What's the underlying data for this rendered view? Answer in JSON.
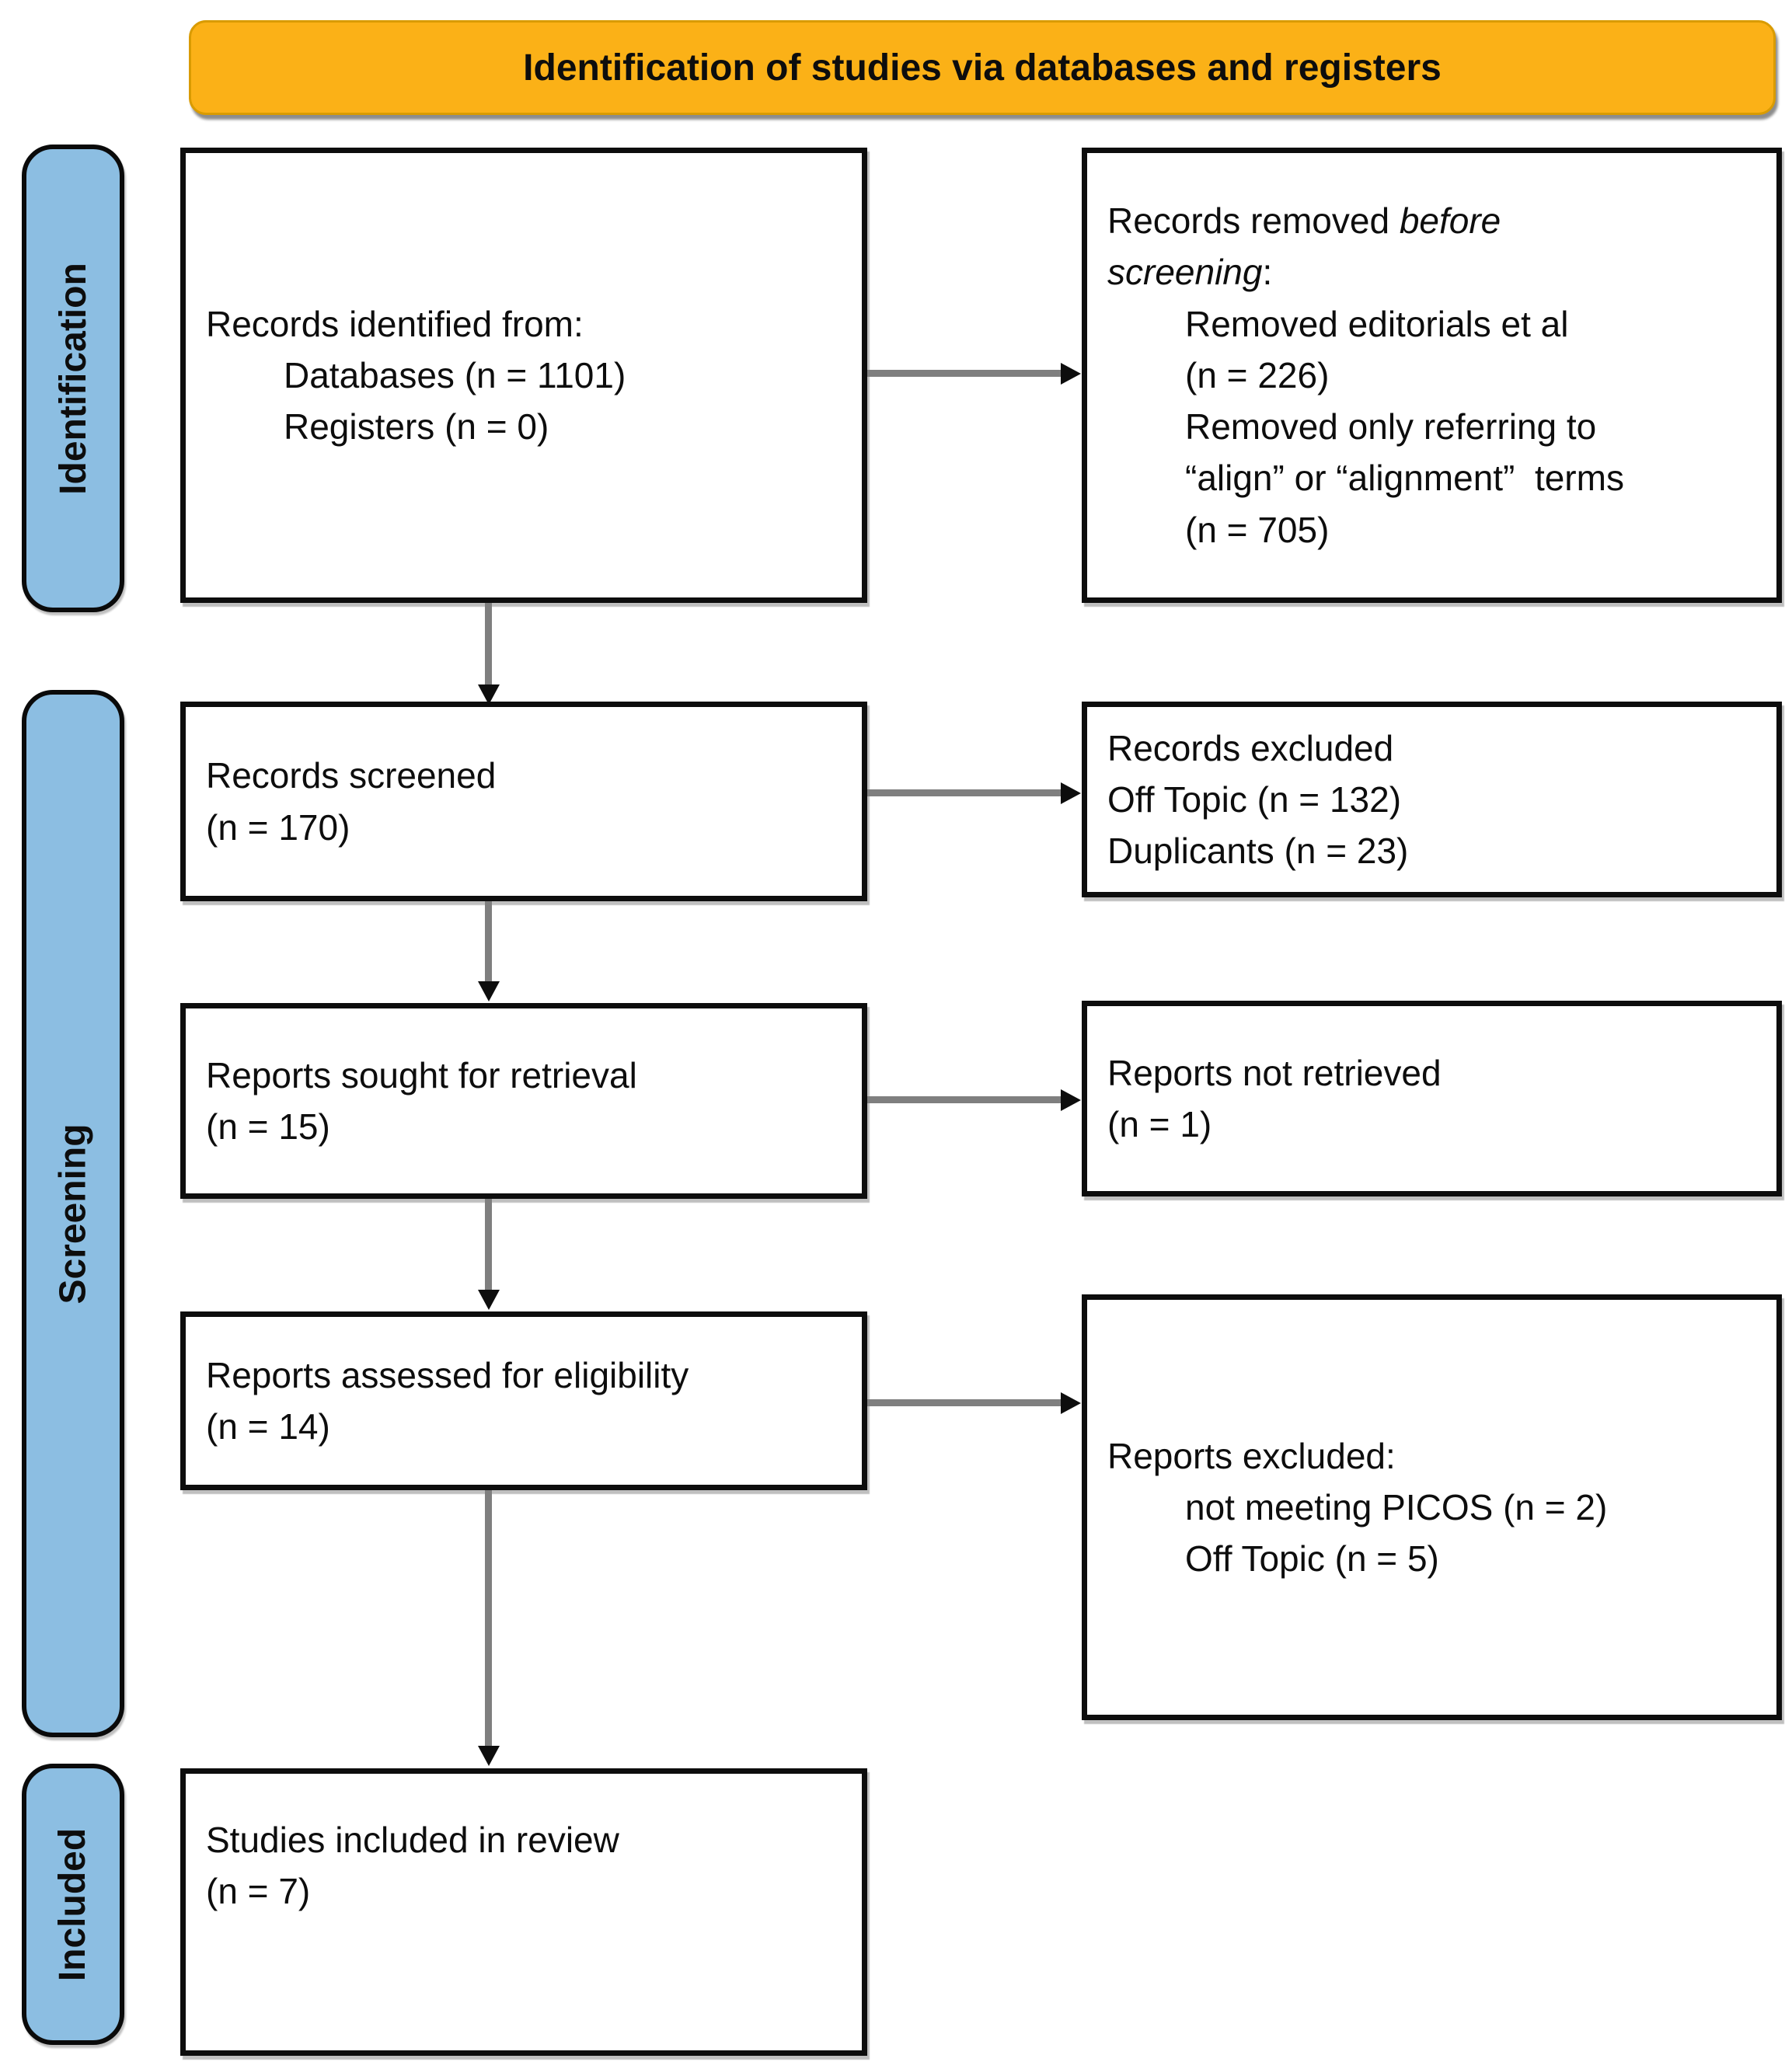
{
  "title_banner": {
    "label": "Identification of studies via databases and registers"
  },
  "stage_labels": {
    "identification": "Identification",
    "screening": "Screening",
    "included": "Included"
  },
  "colors": {
    "banner_orange": "#FBB117",
    "stage_blue": "#8CBEE2",
    "arrow_gray": "#7F7F7F",
    "box_border": "#0d0d0d"
  },
  "boxes": {
    "records_identified": {
      "lines": [
        {
          "text": "Records identified from:"
        },
        {
          "text": "Databases (n = 1101)",
          "indent": true
        },
        {
          "text": "Registers (n = 0)",
          "indent": true
        }
      ]
    },
    "records_removed": {
      "lines": [
        {
          "segments": [
            {
              "text": "Records removed "
            },
            {
              "text": "before",
              "italic": true
            }
          ]
        },
        {
          "segments": [
            {
              "text": "screening",
              "italic": true
            },
            {
              "text": ":"
            }
          ]
        },
        {
          "text": "Removed editorials et al",
          "indent": true
        },
        {
          "text": "(n = 226)",
          "indent": true
        },
        {
          "text": "Removed only referring to",
          "indent": true
        },
        {
          "text": "“align” or “alignment”  terms",
          "indent": true
        },
        {
          "text": "(n = 705)",
          "indent": true
        }
      ]
    },
    "records_screened": {
      "lines": [
        {
          "text": "Records screened"
        },
        {
          "text": "(n = 170)"
        }
      ]
    },
    "records_excluded": {
      "lines": [
        {
          "text": "Records excluded"
        },
        {
          "text": "Off Topic (n = 132)"
        },
        {
          "text": "Duplicants (n = 23)"
        }
      ]
    },
    "reports_sought": {
      "lines": [
        {
          "text": "Reports sought for retrieval"
        },
        {
          "text": "(n = 15)"
        }
      ]
    },
    "reports_not_retrieved": {
      "lines": [
        {
          "text": "Reports not retrieved"
        },
        {
          "text": "(n = 1)"
        }
      ]
    },
    "reports_assessed": {
      "lines": [
        {
          "text": "Reports assessed for eligibility"
        },
        {
          "text": "(n = 14)"
        }
      ]
    },
    "reports_excluded": {
      "lines": [
        {
          "text": "Reports excluded:"
        },
        {
          "text": "not meeting PICOS (n = 2)",
          "indent": true
        },
        {
          "text": "Off Topic (n = 5)",
          "indent": true
        }
      ]
    },
    "studies_included": {
      "lines": [
        {
          "text": "Studies included in review"
        },
        {
          "text": "(n = 7)"
        }
      ]
    }
  }
}
